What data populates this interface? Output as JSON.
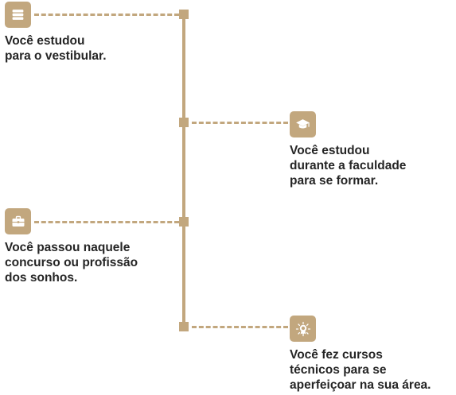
{
  "colors": {
    "accent": "#c2a77e",
    "text": "#252525",
    "icon": "#ffffff"
  },
  "timeline": {
    "events": [
      {
        "side": "left",
        "icon": "stacked-books-icon",
        "lines": [
          "Você estudou",
          "para o vestibular."
        ]
      },
      {
        "side": "right",
        "icon": "graduation-cap-icon",
        "lines": [
          "Você estudou",
          "durante a faculdade",
          "para se formar."
        ]
      },
      {
        "side": "left",
        "icon": "briefcase-icon",
        "lines": [
          "Você passou naquele",
          "concurso ou profissão",
          "dos sonhos."
        ]
      },
      {
        "side": "right",
        "icon": "award-ribbon-icon",
        "lines": [
          "Você fez cursos",
          "técnicos para se",
          "aperfeiçoar na sua área."
        ]
      }
    ]
  }
}
